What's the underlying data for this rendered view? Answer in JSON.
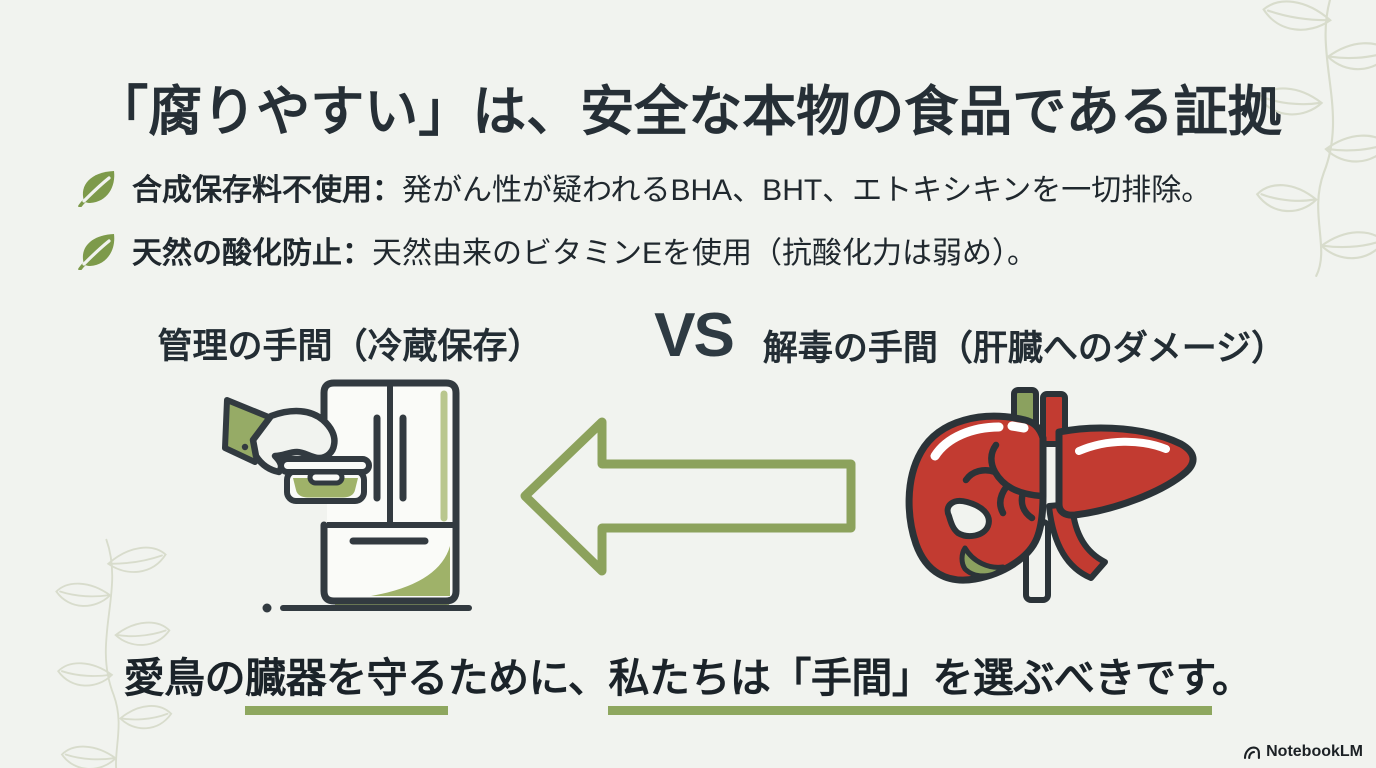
{
  "title": "「腐りやすい」は、安全な本物の食品である証拠",
  "bullets": [
    {
      "icon": "leaf-icon",
      "label": "合成保存料不使用：",
      "text": "発がん性が疑われるBHA、BHT、エトキシキンを一切排除。"
    },
    {
      "icon": "leaf-icon",
      "label": "天然の酸化防止：",
      "text": "天然由来のビタミンEを使用（抗酸化力は弱め）。"
    }
  ],
  "comparison": {
    "left_label": "管理の手間（冷蔵保存）",
    "vs_label": "VS",
    "right_label": "解毒の手間（肝臓へのダメージ）",
    "left_illustration": "fridge-with-hand-placing-container-icon",
    "arrow_icon": "left-arrow-icon",
    "right_illustration": "liver-icon"
  },
  "conclusion": {
    "prefix": "愛鳥の",
    "underlined_1": "臓器を守る",
    "middle": "ために、",
    "underlined_2": "私たちは「手間」を選ぶべきです",
    "suffix": "。"
  },
  "branding": {
    "icon": "notebooklm-logo-icon",
    "label": "NotebookLM"
  },
  "decor": {
    "top_right": "leaf-branch-decor",
    "bottom_left": "leaf-branch-decor"
  },
  "colors": {
    "background": "#f1f3ef",
    "ink": "#262f36",
    "leaf_green": "#7d9a4a",
    "light_green": "#9fb269",
    "underline_green": "#8ea75f",
    "arrow_green": "#8ca25c",
    "liver_red": "#c23b31",
    "decor_sage": "#d8dccc"
  }
}
